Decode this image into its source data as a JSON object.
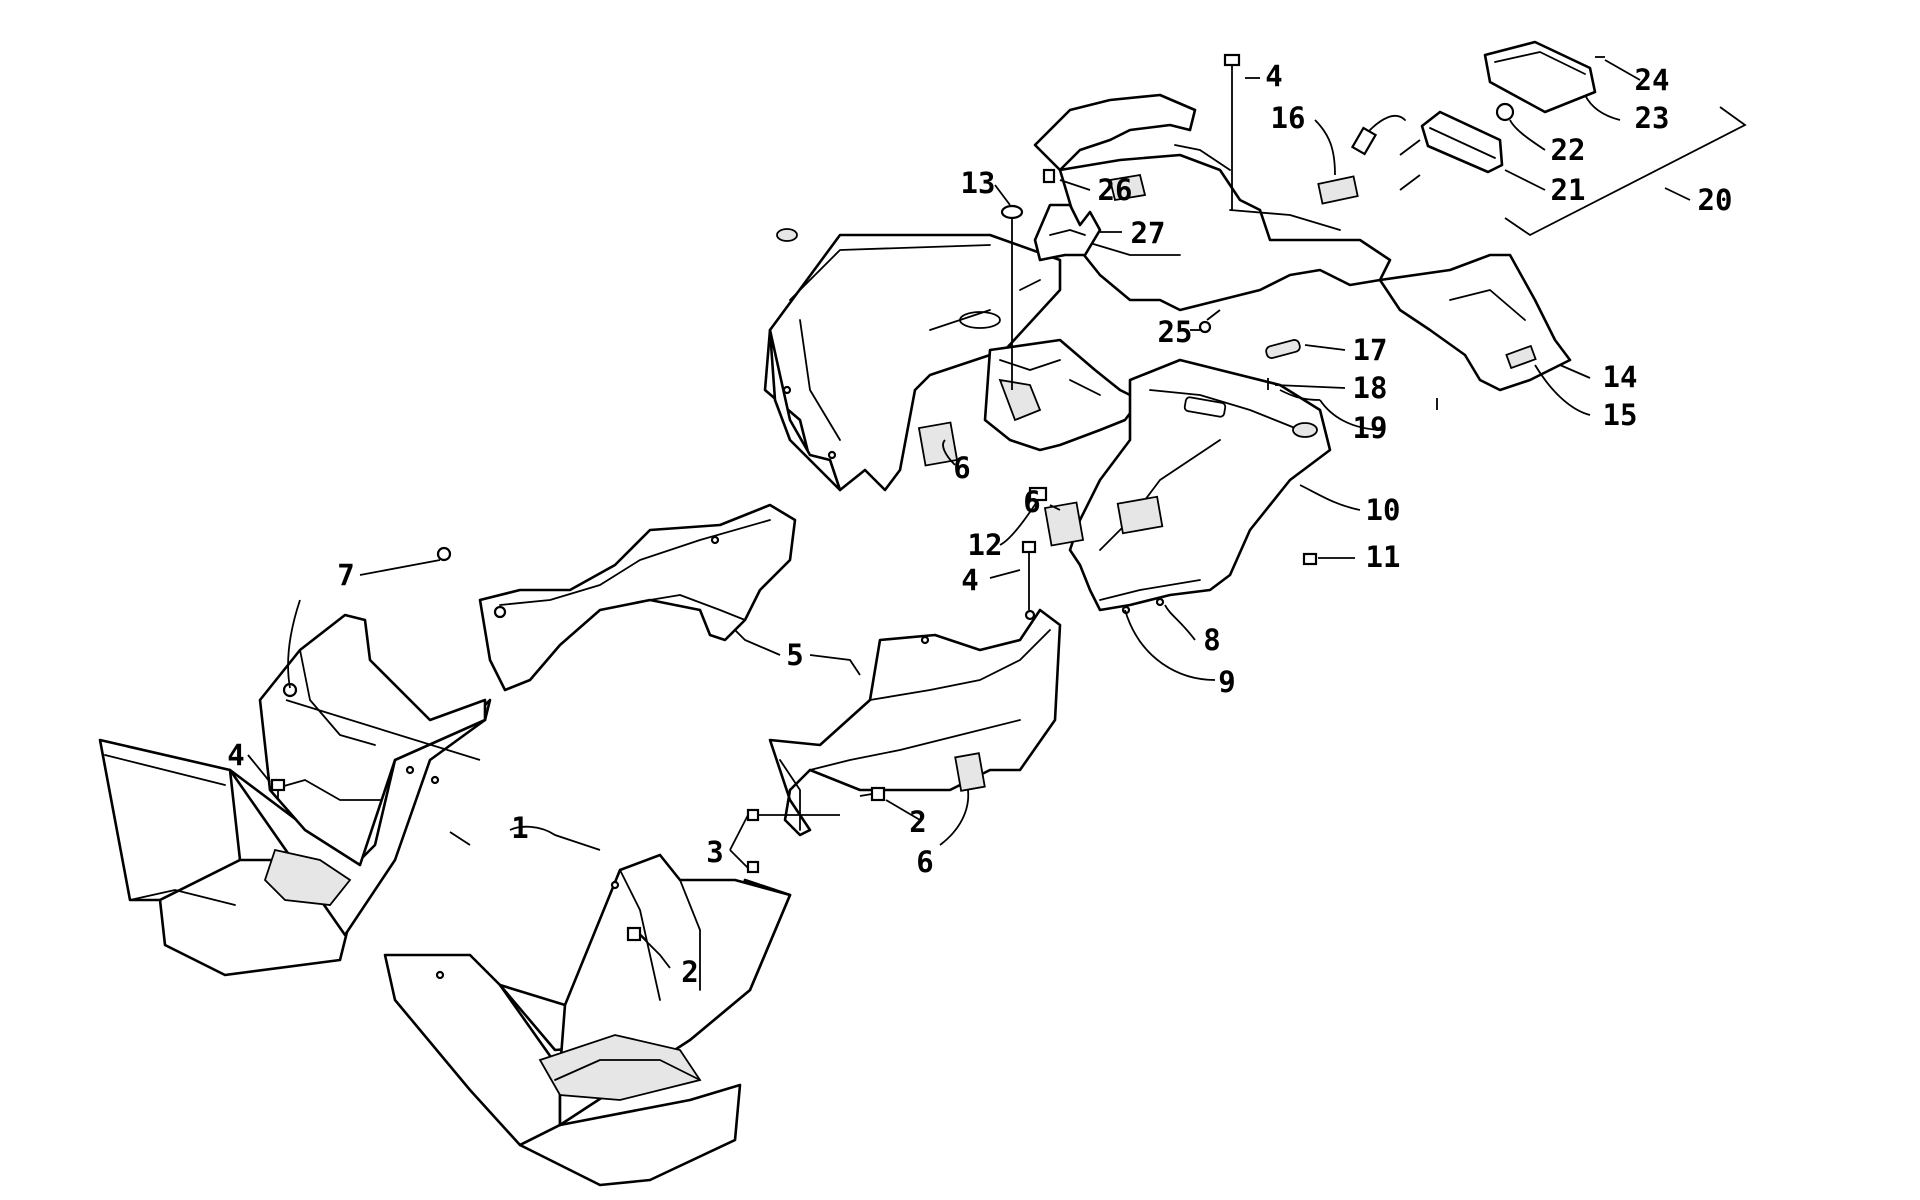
{
  "callouts": [
    {
      "id": "c1",
      "label": "1"
    },
    {
      "id": "c2a",
      "label": "2"
    },
    {
      "id": "c2b",
      "label": "2"
    },
    {
      "id": "c3",
      "label": "3"
    },
    {
      "id": "c4a",
      "label": "4"
    },
    {
      "id": "c4b",
      "label": "4"
    },
    {
      "id": "c4c",
      "label": "4"
    },
    {
      "id": "c5",
      "label": "5"
    },
    {
      "id": "c6a",
      "label": "6"
    },
    {
      "id": "c6b",
      "label": "6"
    },
    {
      "id": "c6c",
      "label": "6"
    },
    {
      "id": "c7",
      "label": "7"
    },
    {
      "id": "c8",
      "label": "8"
    },
    {
      "id": "c9",
      "label": "9"
    },
    {
      "id": "c10",
      "label": "10"
    },
    {
      "id": "c11",
      "label": "11"
    },
    {
      "id": "c12",
      "label": "12"
    },
    {
      "id": "c13",
      "label": "13"
    },
    {
      "id": "c14",
      "label": "14"
    },
    {
      "id": "c15",
      "label": "15"
    },
    {
      "id": "c16",
      "label": "16"
    },
    {
      "id": "c17",
      "label": "17"
    },
    {
      "id": "c18",
      "label": "18"
    },
    {
      "id": "c19",
      "label": "19"
    },
    {
      "id": "c20",
      "label": "20"
    },
    {
      "id": "c21",
      "label": "21"
    },
    {
      "id": "c22",
      "label": "22"
    },
    {
      "id": "c23",
      "label": "23"
    },
    {
      "id": "c24",
      "label": "24"
    },
    {
      "id": "c25",
      "label": "25"
    },
    {
      "id": "c26",
      "label": "26"
    },
    {
      "id": "c27",
      "label": "27"
    }
  ],
  "colors": {
    "line": "#000000",
    "background": "#ffffff",
    "shading": "#e6e6e6"
  }
}
